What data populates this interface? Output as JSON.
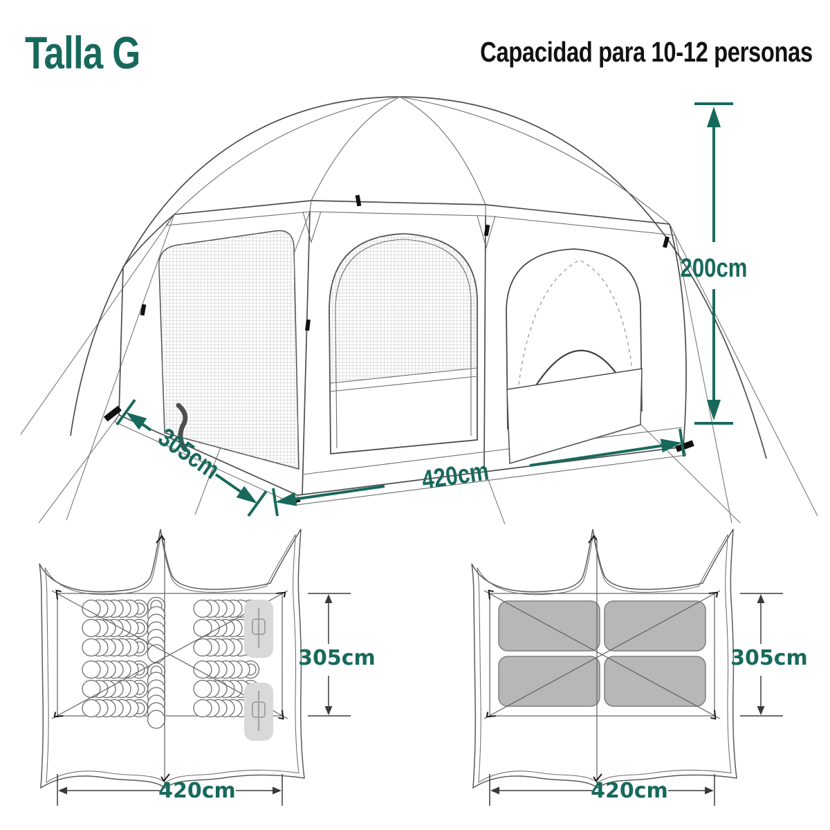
{
  "colors": {
    "accent": "#17695c",
    "text": "#111111",
    "line": "#4c4c4c"
  },
  "header": {
    "size_label": "Talla G",
    "capacity_label": "Capacidad para 10-12 personas"
  },
  "tent_view": {
    "height": "200cm",
    "depth": "305cm",
    "width": "420cm"
  },
  "floor_plan_sleeping": {
    "depth": "305cm",
    "width": "420cm",
    "sleeping_bag_count": 14,
    "lantern_pad_count": 2
  },
  "floor_plan_mats": {
    "depth": "305cm",
    "width": "420cm",
    "mat_count": 4
  }
}
